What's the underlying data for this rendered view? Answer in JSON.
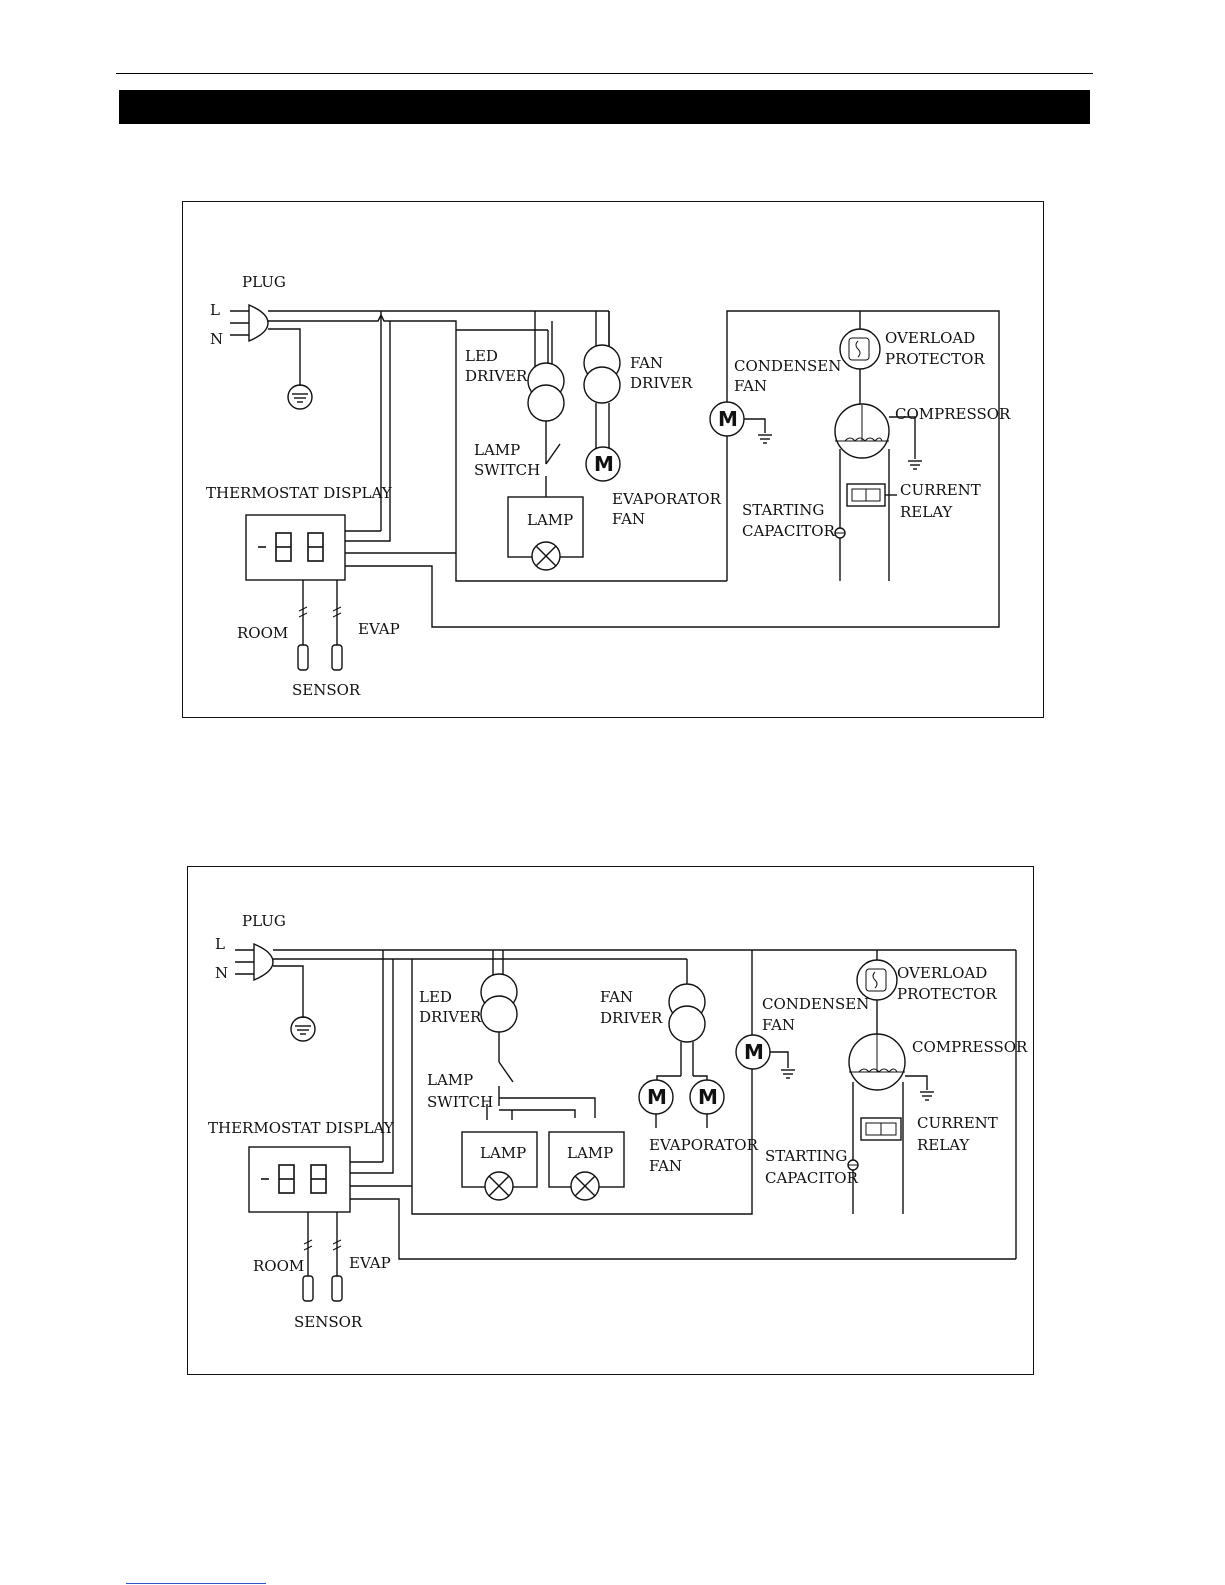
{
  "header": {
    "title": ""
  },
  "diagrams": [
    {
      "labels": {
        "plug": "PLUG",
        "line": "L",
        "neutral": "N",
        "led_driver_1": "LED",
        "led_driver_2": "DRIVER",
        "fan_driver_1": "FAN",
        "fan_driver_2": "DRIVER",
        "condensen_fan_1": "CONDENSEN",
        "condensen_fan_2": "FAN",
        "overload_1": "OVERLOAD",
        "overload_2": "PROTECTOR",
        "compressor": "COMPRESSOR",
        "lamp_switch_1": "LAMP",
        "lamp_switch_2": "SWITCH",
        "evaporator_fan_1": "EVAPORATOR",
        "evaporator_fan_2": "FAN",
        "thermostat_display": "THERMOSTAT DISPLAY",
        "lamp": "LAMP",
        "starting_capacitor_1": "STARTING",
        "starting_capacitor_2": "CAPACITOR",
        "current_relay_1": "CURRENT",
        "current_relay_2": "RELAY",
        "room": "ROOM",
        "evap": "EVAP",
        "sensor": "SENSOR",
        "motor": "M"
      }
    },
    {
      "labels": {
        "plug": "PLUG",
        "line": "L",
        "neutral": "N",
        "led_driver_1": "LED",
        "led_driver_2": "DRIVER",
        "fan_driver_1": "FAN",
        "fan_driver_2": "DRIVER",
        "condensen_fan_1": "CONDENSEN",
        "condensen_fan_2": "FAN",
        "overload_1": "OVERLOAD",
        "overload_2": "PROTECTOR",
        "compressor": "COMPRESSOR",
        "lamp_switch_1": "LAMP",
        "lamp_switch_2": "SWITCH",
        "evaporator_fan_1": "EVAPORATOR",
        "evaporator_fan_2": "FAN",
        "thermostat_display": "THERMOSTAT DISPLAY",
        "lamp_a": "LAMP",
        "lamp_b": "LAMP",
        "starting_capacitor_1": "STARTING",
        "starting_capacitor_2": "CAPACITOR",
        "current_relay_1": "CURRENT",
        "current_relay_2": "RELAY",
        "room": "ROOM",
        "evap": "EVAP",
        "sensor": "SENSOR",
        "motor": "M"
      }
    }
  ]
}
